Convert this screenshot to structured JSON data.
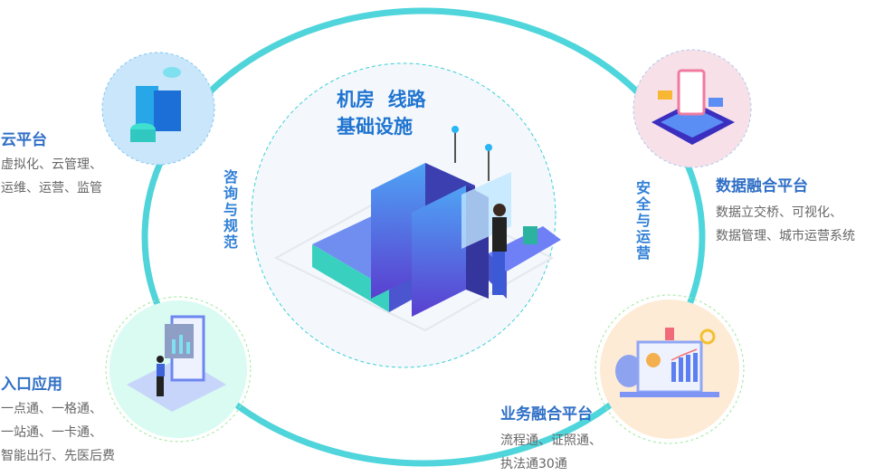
{
  "center": {
    "line1": "机房  线路",
    "line2": "基础设施"
  },
  "side_labels": {
    "left": "咨询与规范",
    "right": "安全与运营"
  },
  "nodes": [
    {
      "title": "云平台",
      "desc": [
        "虚拟化、云管理、",
        "运维、运营、监管"
      ]
    },
    {
      "title": "入口应用",
      "desc": [
        "一点通、一格通、",
        "一站通、一卡通、",
        "智能出行、先医后费"
      ]
    },
    {
      "title": "数据融合平台",
      "desc": [
        "数据立交桥、可视化、",
        "数据管理、城市运营系统"
      ]
    },
    {
      "title": "业务融合平台",
      "desc": [
        "流程通、证照通、",
        "执法通30通"
      ]
    }
  ],
  "colors": {
    "accent": "#2f6fc6",
    "ring": "#3ccfd6",
    "text": "#666666"
  }
}
